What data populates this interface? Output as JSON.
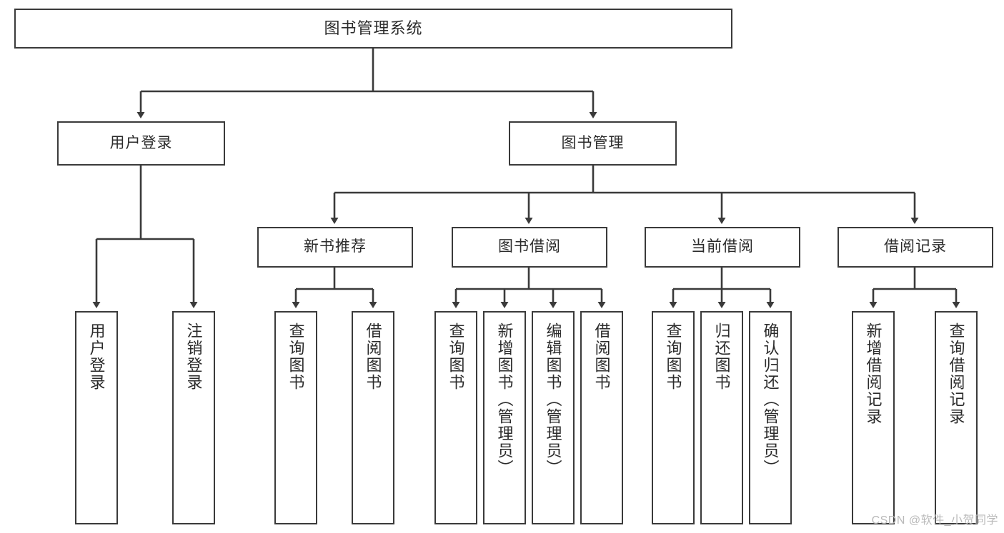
{
  "diagram": {
    "title": "图书管理系统",
    "type": "tree-hierarchy",
    "colors": {
      "box_border": "#3a3a3a",
      "box_fill": "#ffffff",
      "edge": "#3a3a3a",
      "text": "#2b2b2b",
      "watermark": "#b9b9b9",
      "background": "#ffffff"
    }
  },
  "nodes": {
    "root": {
      "label": "图书管理系统",
      "level": 1
    },
    "level2": [
      {
        "id": "user-login",
        "label": "用户登录"
      },
      {
        "id": "book-management",
        "label": "图书管理"
      }
    ],
    "level3": [
      {
        "id": "new-book-recommend",
        "label": "新书推荐",
        "parent": "book-management"
      },
      {
        "id": "book-borrow",
        "label": "图书借阅",
        "parent": "book-management"
      },
      {
        "id": "current-borrow",
        "label": "当前借阅",
        "parent": "book-management"
      },
      {
        "id": "borrow-record",
        "label": "借阅记录",
        "parent": "book-management"
      }
    ],
    "leaves": {
      "user-login": [
        {
          "id": "leaf-user-login",
          "label": "用户登录"
        },
        {
          "id": "leaf-user-logout",
          "label": "注销登录"
        }
      ],
      "new-book-recommend": [
        {
          "id": "leaf-query-book-1",
          "label": "查询图书"
        },
        {
          "id": "leaf-borrow-book-1",
          "label": "借阅图书"
        }
      ],
      "book-borrow": [
        {
          "id": "leaf-query-book-2",
          "label": "查询图书"
        },
        {
          "id": "leaf-add-book",
          "label": "新增图书（管理员）"
        },
        {
          "id": "leaf-edit-book",
          "label": "编辑图书（管理员）"
        },
        {
          "id": "leaf-borrow-book-2",
          "label": "借阅图书"
        }
      ],
      "current-borrow": [
        {
          "id": "leaf-query-book-3",
          "label": "查询图书"
        },
        {
          "id": "leaf-return-book",
          "label": "归还图书"
        },
        {
          "id": "leaf-confirm-return",
          "label": "确认归还（管理员）"
        }
      ],
      "borrow-record": [
        {
          "id": "leaf-add-record",
          "label": "新增借阅记录"
        },
        {
          "id": "leaf-query-record",
          "label": "查询借阅记录"
        }
      ]
    }
  },
  "watermark": {
    "text": "CSDN @软件_小贺同学"
  }
}
